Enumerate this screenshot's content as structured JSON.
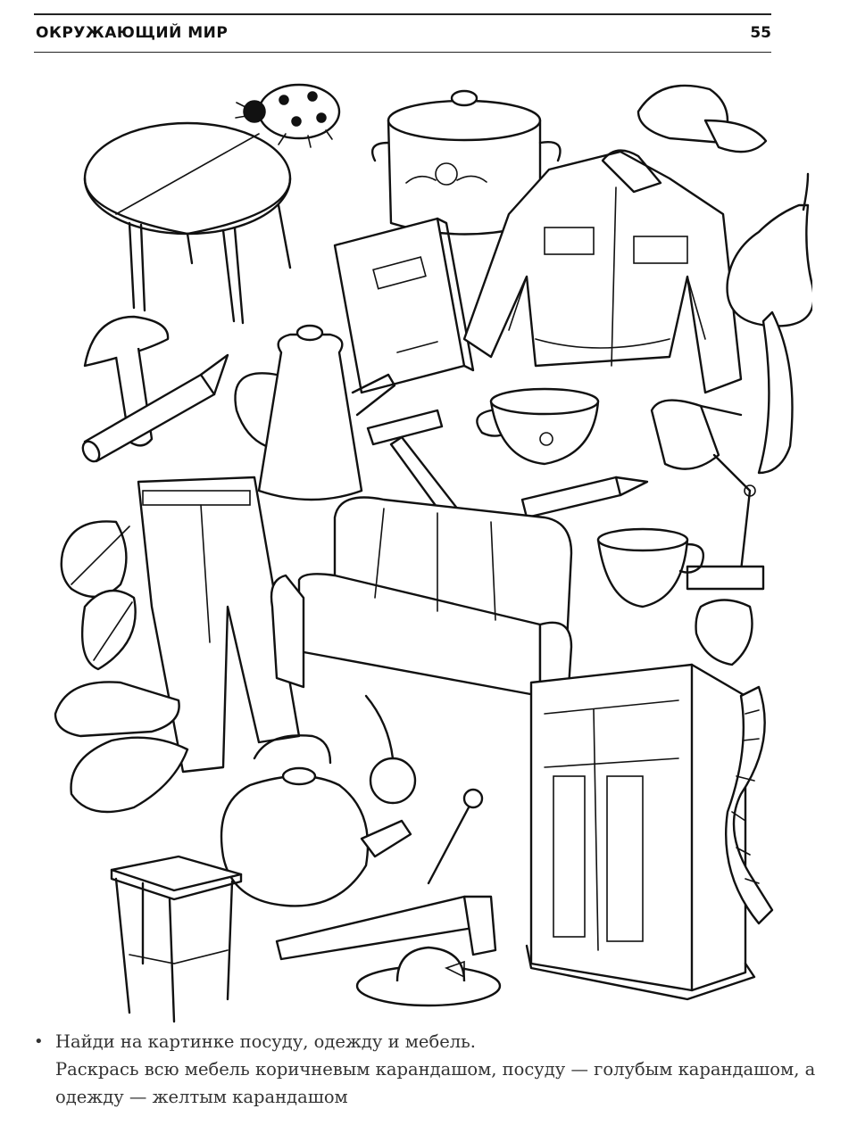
{
  "header": {
    "title": "ОКРУЖАЮЩИЙ МИР",
    "page_number": "55"
  },
  "instructions": {
    "bullet": "•",
    "line1": "Найди на картинке посуду, одежду и мебель.",
    "line2": "Раскрась всю мебель коричневым карандашом, посуду — голубым карандашом, а одежду — желтым карандашом"
  }
}
